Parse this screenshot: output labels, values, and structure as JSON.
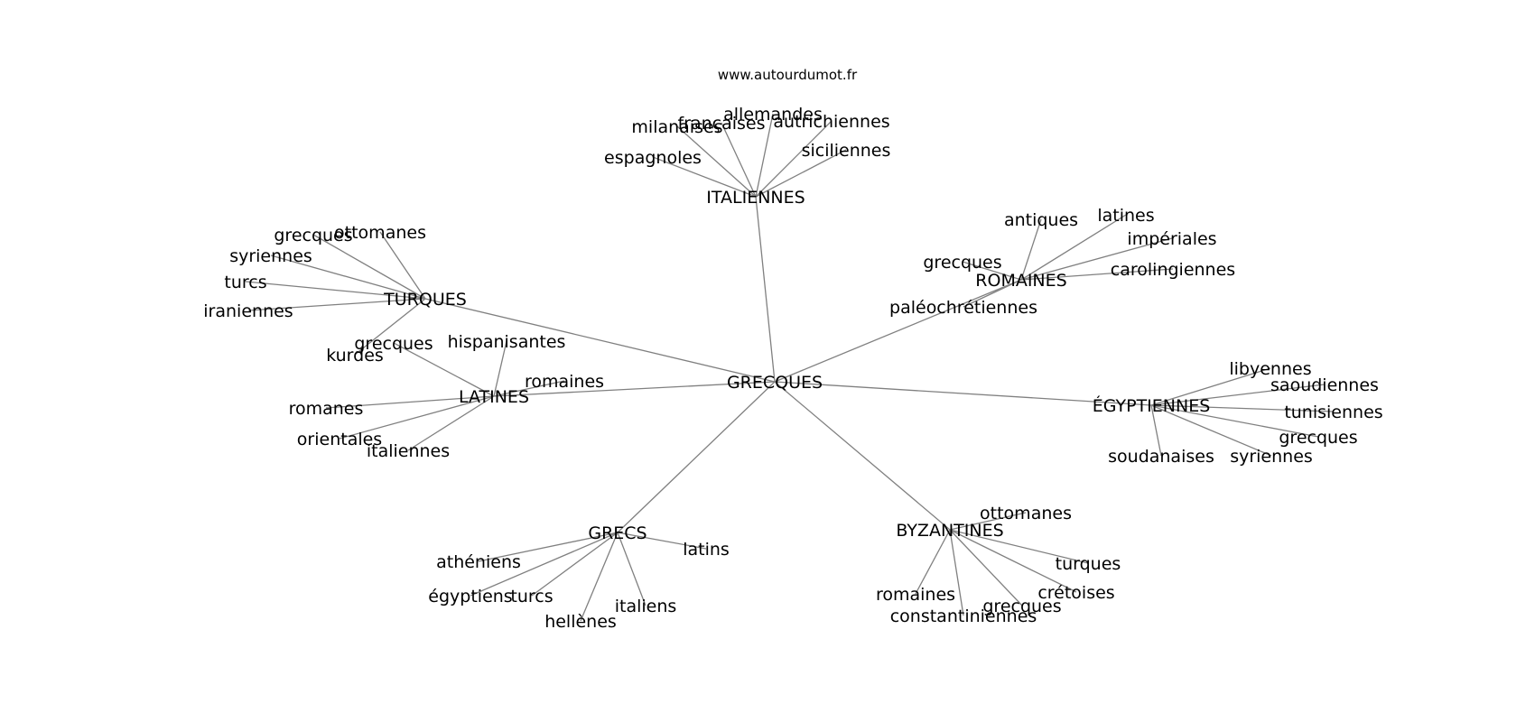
{
  "site": "www.autourdumot.fr",
  "center": "GRECQUES",
  "hubs": [
    {
      "label": "ITALIENNES",
      "children": [
        "espagnoles",
        "milanaises",
        "françaises",
        "allemandes",
        "autrichiennes",
        "siciliennes"
      ]
    },
    {
      "label": "ROMAINES",
      "children": [
        "antiques",
        "latines",
        "impériales",
        "carolingiennes",
        "grecques",
        "paléochrétiennes"
      ]
    },
    {
      "label": "TURQUES",
      "children": [
        "grecques",
        "ottomanes",
        "syriennes",
        "turcs",
        "iraniennes",
        "kurdes"
      ]
    },
    {
      "label": "LATINES",
      "children": [
        "grecques",
        "hispanisantes",
        "romaines",
        "romanes",
        "orientales",
        "italiennes"
      ]
    },
    {
      "label": "ÉGYPTIENNES",
      "children": [
        "libyennes",
        "saoudiennes",
        "tunisiennes",
        "grecques",
        "syriennes",
        "soudanaises"
      ]
    },
    {
      "label": "GRECS",
      "children": [
        "latins",
        "athéniens",
        "égyptiens",
        "turcs",
        "hellènes",
        "italiens"
      ]
    },
    {
      "label": "BYZANTINES",
      "children": [
        "ottomanes",
        "turques",
        "crétoises",
        "grecques",
        "constantiniennes",
        "romaines"
      ]
    }
  ]
}
